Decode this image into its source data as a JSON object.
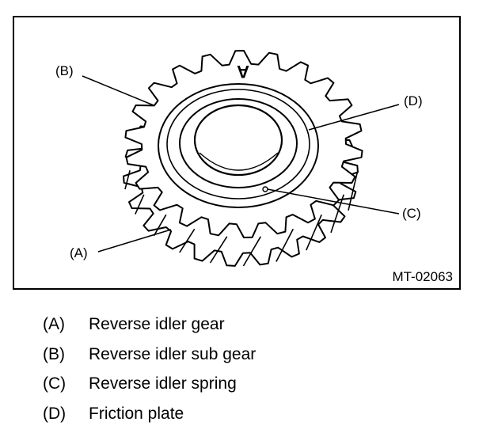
{
  "figure": {
    "code": "MT-02063",
    "gear_mark": "A",
    "callouts": {
      "A": "(A)",
      "B": "(B)",
      "C": "(C)",
      "D": "(D)"
    }
  },
  "legend": [
    {
      "key": "(A)",
      "text": "Reverse idler gear"
    },
    {
      "key": "(B)",
      "text": "Reverse idler sub gear"
    },
    {
      "key": "(C)",
      "text": "Reverse idler spring"
    },
    {
      "key": "(D)",
      "text": "Friction plate"
    }
  ]
}
